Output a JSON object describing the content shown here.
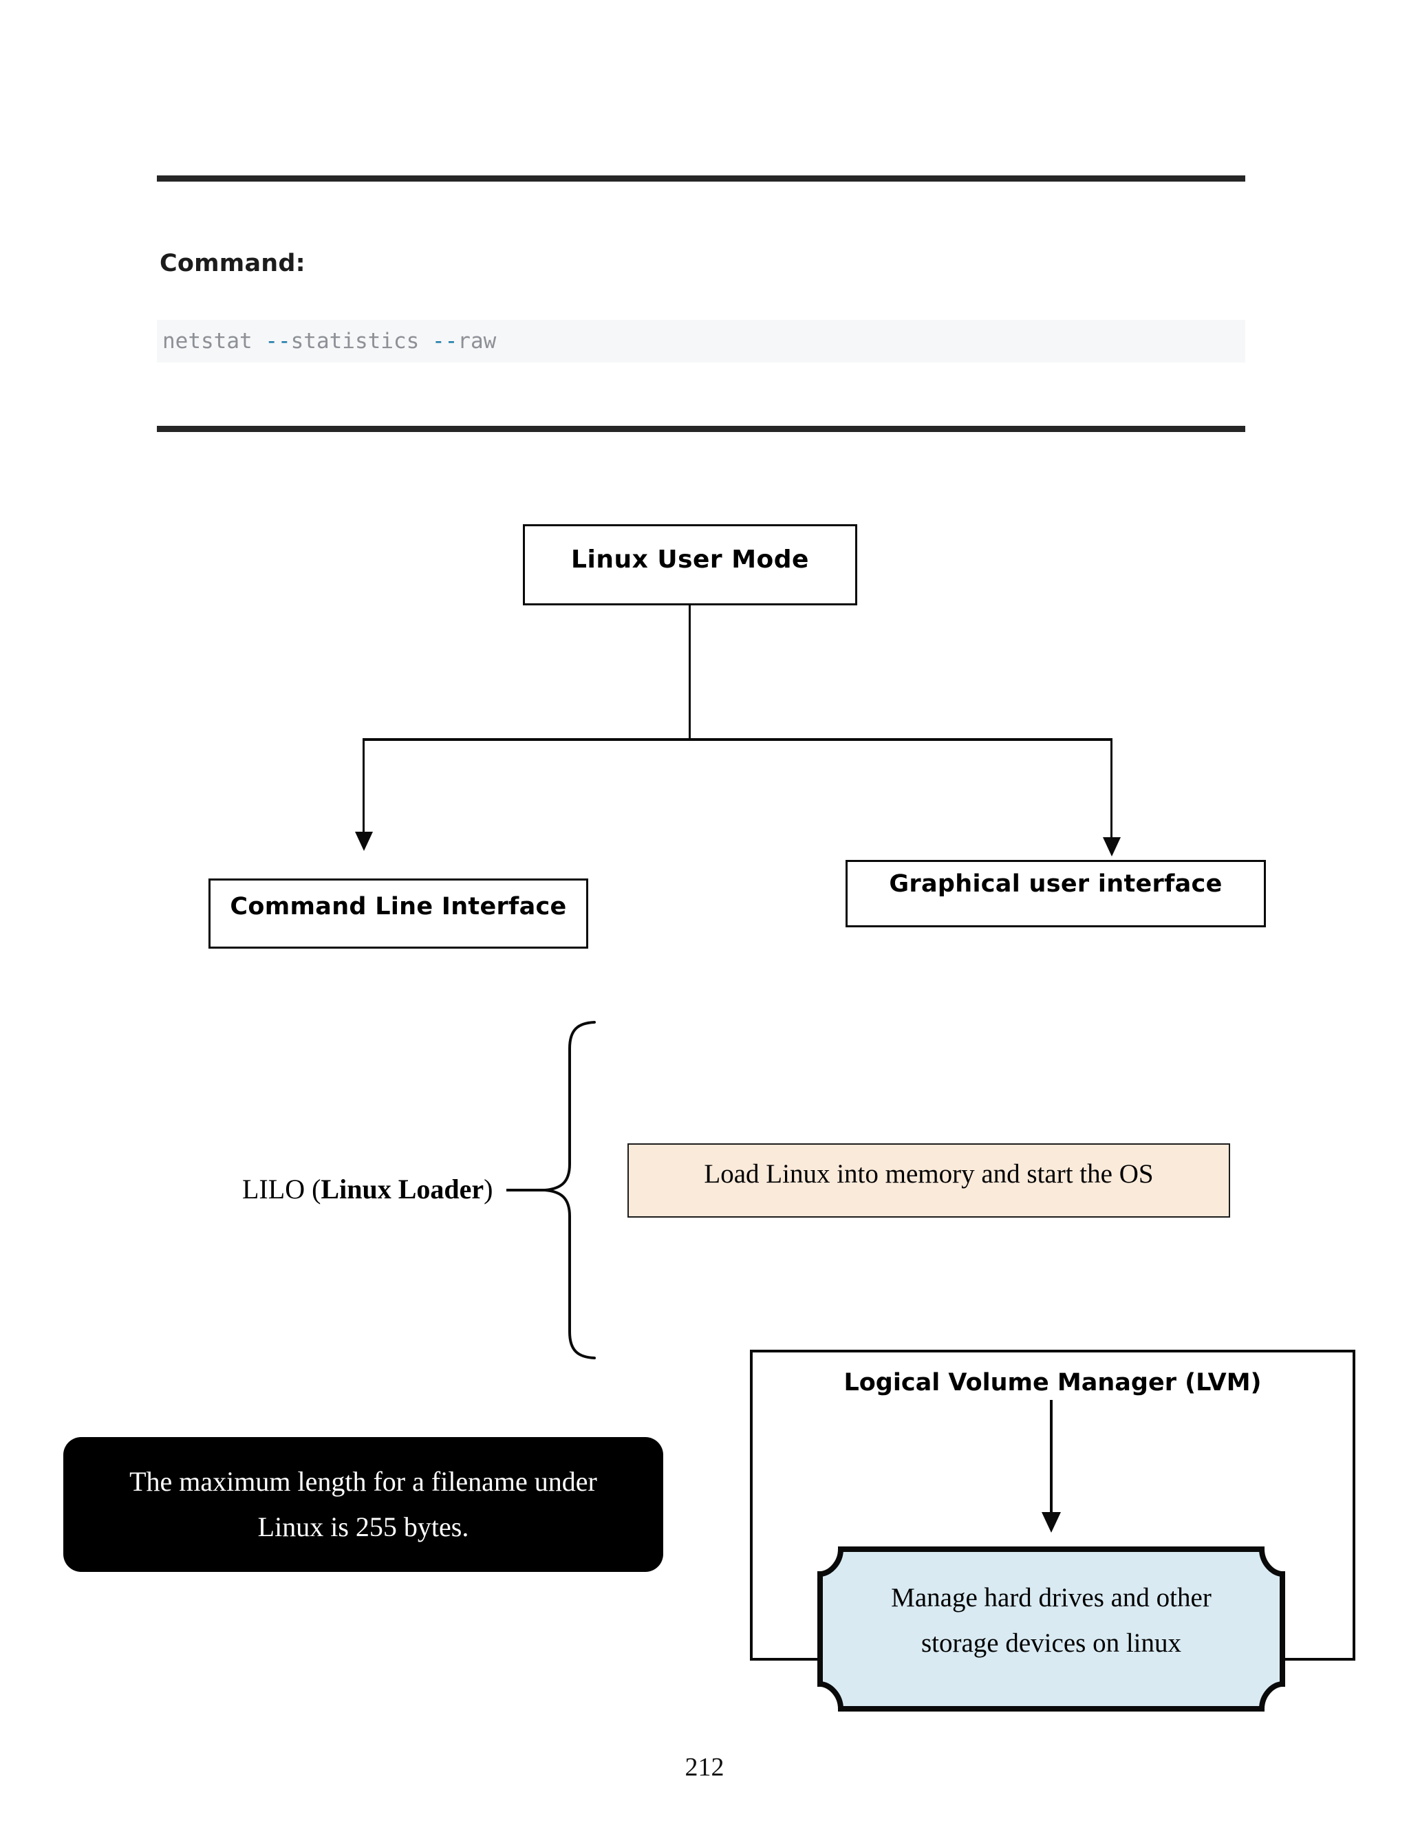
{
  "page": {
    "number": "212",
    "background": "#ffffff"
  },
  "command_section": {
    "heading": "Command:",
    "code": {
      "parts": [
        {
          "text": "netstat ",
          "kind": "plain"
        },
        {
          "text": "--",
          "kind": "flag"
        },
        {
          "text": "statistics ",
          "kind": "plain"
        },
        {
          "text": "--",
          "kind": "flag"
        },
        {
          "text": "raw",
          "kind": "plain"
        }
      ],
      "full_text": "netstat --statistics --raw",
      "background": "#f6f7f8",
      "text_color": "#8d9096",
      "flag_color": "#1b7ba8"
    },
    "rule_color": "#262626"
  },
  "flowchart": {
    "root": {
      "label": "Linux User Mode"
    },
    "children": [
      {
        "label": "Command Line Interface"
      },
      {
        "label": "Graphical user interface"
      }
    ],
    "line_color": "#0a0a0a"
  },
  "lilo_section": {
    "label_prefix": "LILO (",
    "label_bold": "Linux Loader",
    "label_suffix": ")",
    "brace_icon": "curly-brace-left",
    "callout": {
      "text": "Load Linux into memory and start the OS",
      "fill": "#faeada",
      "border": "#1c1c1c"
    }
  },
  "filename_note": {
    "line1": "The maximum length for a filename under",
    "line2": "Linux is 255 bytes.",
    "fill": "#000000",
    "text_color": "#ffffff"
  },
  "lvm_section": {
    "title": "Logical Volume Manager (LVM)",
    "arrow_icon": "arrow-down-icon",
    "card": {
      "line1": "Manage hard drives and other",
      "line2": "storage devices on linux",
      "fill": "#d9eaf2",
      "border": "#0a0a0a"
    }
  }
}
